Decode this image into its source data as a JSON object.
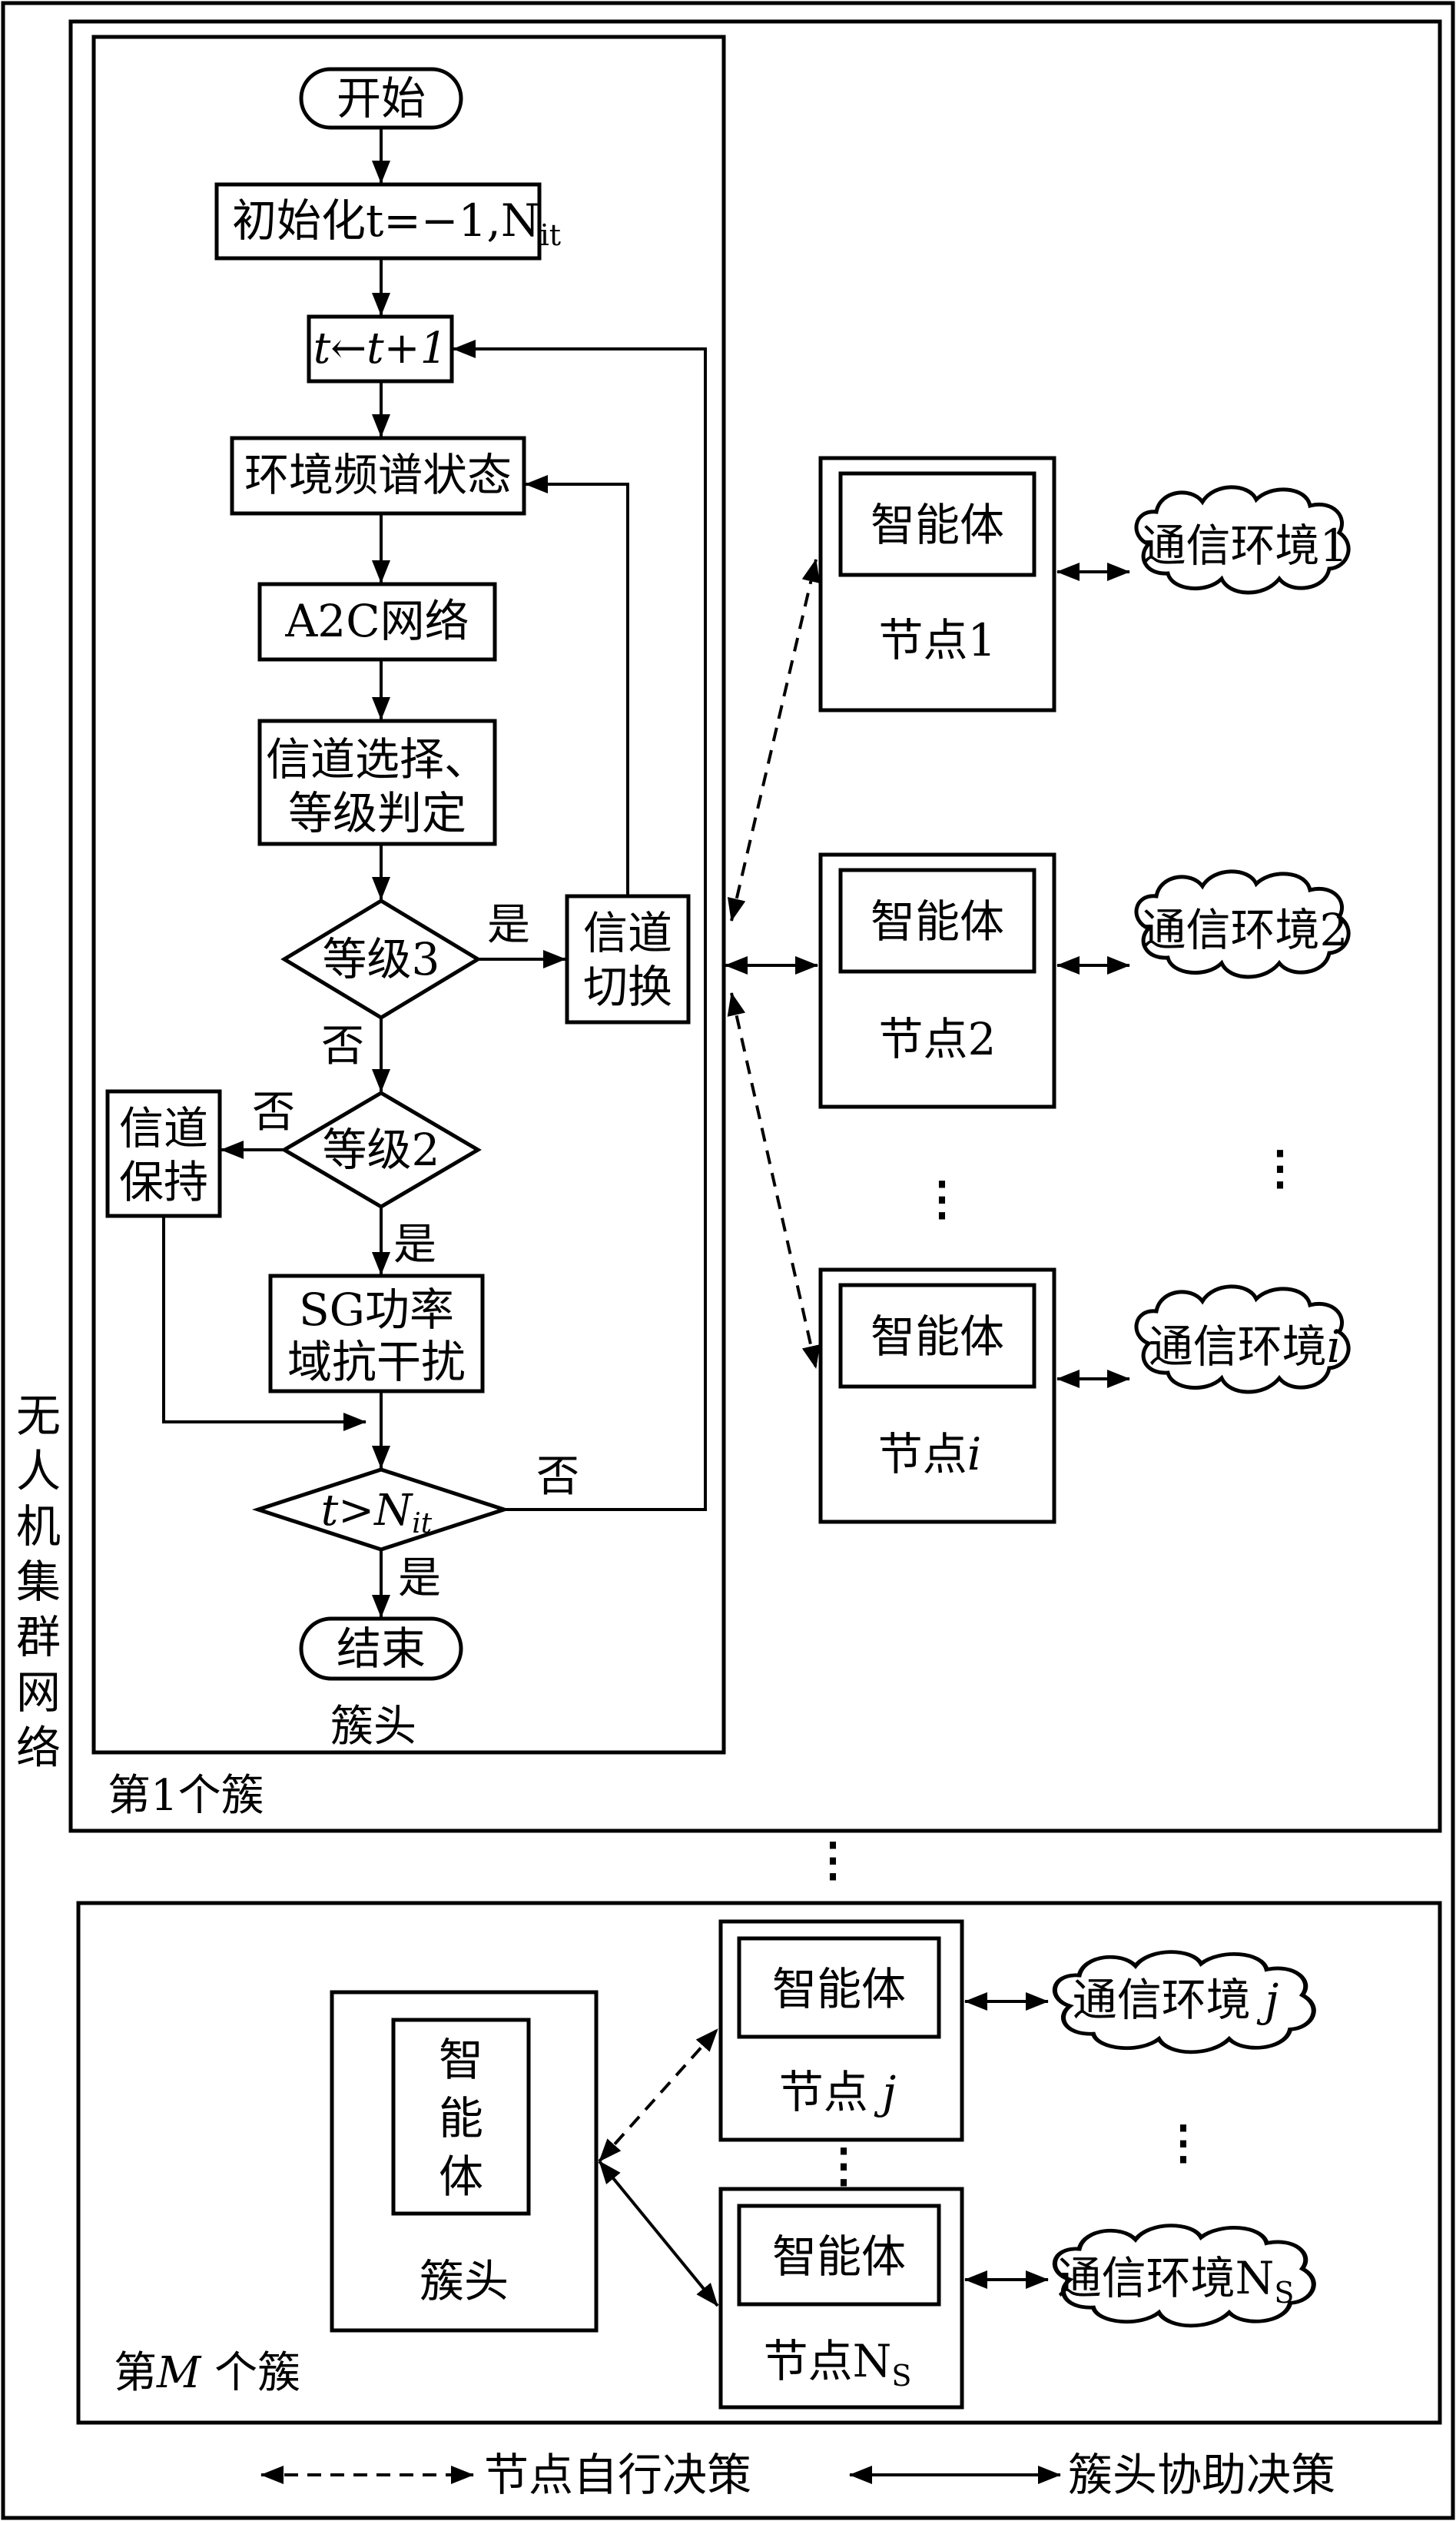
{
  "side_label": "无人机集群网络",
  "cluster1": {
    "label": "第1个簇",
    "head_label": "簇头",
    "flow": {
      "start": "开始",
      "init": "初始化t=−1,N",
      "init_sub": "it",
      "update": "t←t+1",
      "state": "环境频谱状态",
      "a2c": "A2C网络",
      "select_l1": "信道选择、",
      "select_l2": "等级判定",
      "level3": "等级3",
      "level2": "等级2",
      "switch_l1": "信道",
      "switch_l2": "切换",
      "keep_l1": "信道",
      "keep_l2": "保持",
      "sg_l1": "SG功率",
      "sg_l2": "域抗干扰",
      "check": "t>N",
      "check_sub": "it",
      "end": "结束",
      "yes": "是",
      "no": "否"
    },
    "nodes": [
      {
        "agent": "智能体",
        "label": "节点1",
        "env": "通信环境1"
      },
      {
        "agent": "智能体",
        "label": "节点2",
        "env": "通信环境2"
      },
      {
        "agent": "智能体",
        "label": "节点",
        "label_italic": "i",
        "env": "通信环境",
        "env_italic": "i"
      }
    ]
  },
  "clusterM": {
    "label": "第",
    "label_italic": "M",
    "label_tail": " 个簇",
    "head_agent": [
      "智",
      "能",
      "体"
    ],
    "head_label": "簇头",
    "nodes": [
      {
        "agent": "智能体",
        "label": "节点 ",
        "label_italic": "j",
        "env": "通信环境 ",
        "env_italic": "j"
      },
      {
        "agent": "智能体",
        "label": "节点N",
        "label_sub": "S",
        "env": "通信环境N",
        "env_sub": "S"
      }
    ]
  },
  "legend": {
    "self": "节点自行决策",
    "assist": "簇头协助决策"
  }
}
